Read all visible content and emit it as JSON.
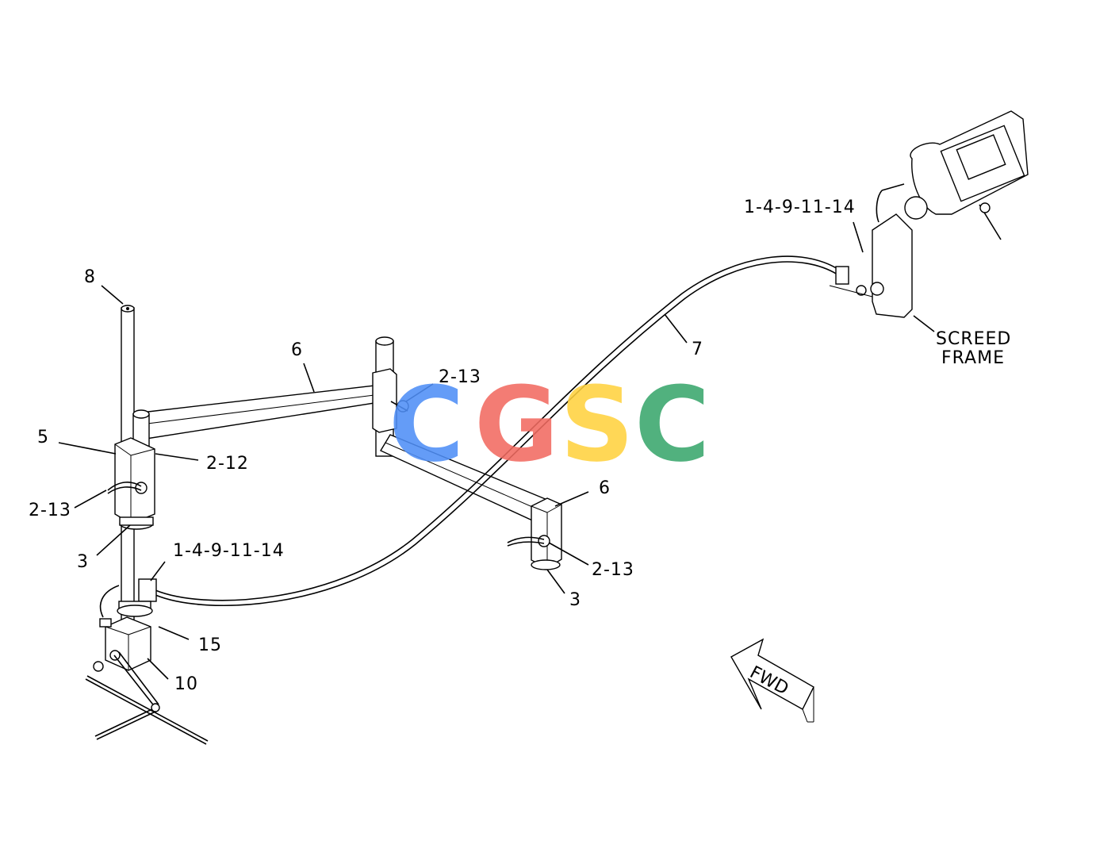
{
  "callouts": {
    "c8": "8",
    "c6a": "6",
    "c213a": "2-13",
    "c5": "5",
    "c212": "2-12",
    "c213b": "2-13",
    "c3a": "3",
    "c14a": "1-4-9-11-14",
    "c15": "15",
    "c10": "10",
    "c7": "7",
    "c6b": "6",
    "c213c": "2-13",
    "c3b": "3",
    "c14b": "1-4-9-11-14",
    "screed_line1": "SCREED",
    "screed_line2": "FRAME",
    "fwd": "FWD"
  },
  "watermark": {
    "letters": [
      "C",
      "G",
      "S",
      "C"
    ],
    "colors": [
      "#4f8ff7",
      "#f26b61",
      "#ffd23f",
      "#3aa76d"
    ]
  }
}
